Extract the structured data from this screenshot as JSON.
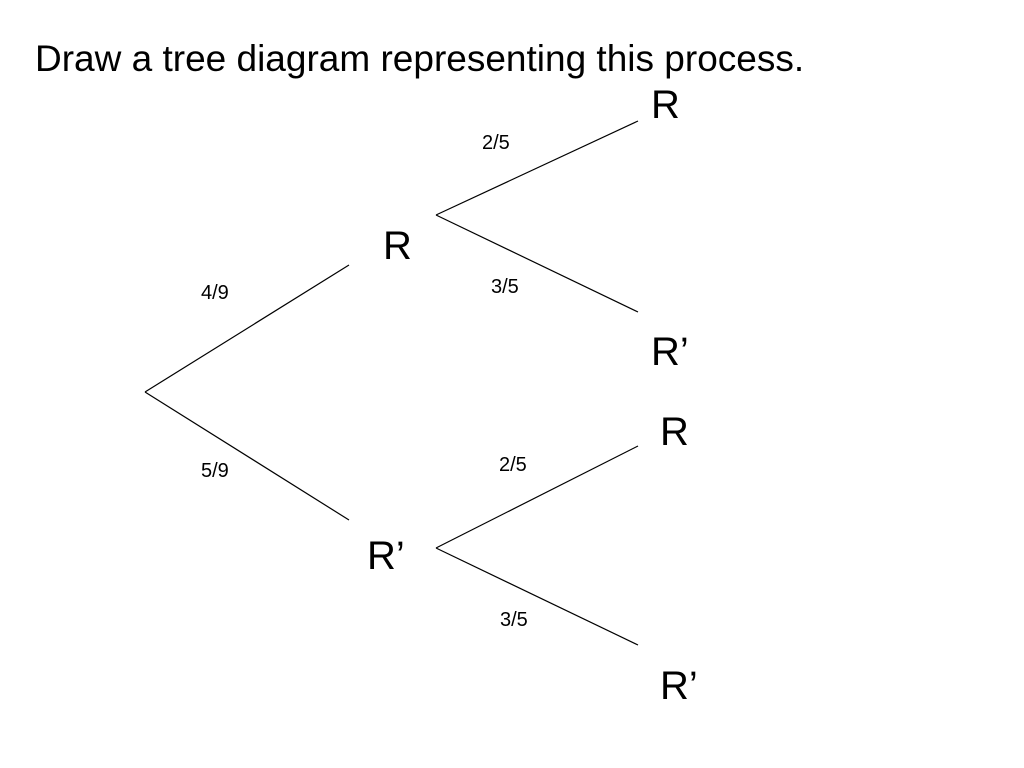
{
  "slide": {
    "title": "Draw a tree diagram representing this process."
  },
  "tree": {
    "first_stage": {
      "upper_node": "R",
      "lower_node": "R’",
      "upper_prob": "4/9",
      "lower_prob": "5/9"
    },
    "second_stage_upper": {
      "top_node": "R",
      "bottom_node": "R’",
      "top_prob": "2/5",
      "bottom_prob": "3/5"
    },
    "second_stage_lower": {
      "top_node": "R",
      "bottom_node": "R’",
      "top_prob": "2/5",
      "bottom_prob": "3/5"
    }
  }
}
